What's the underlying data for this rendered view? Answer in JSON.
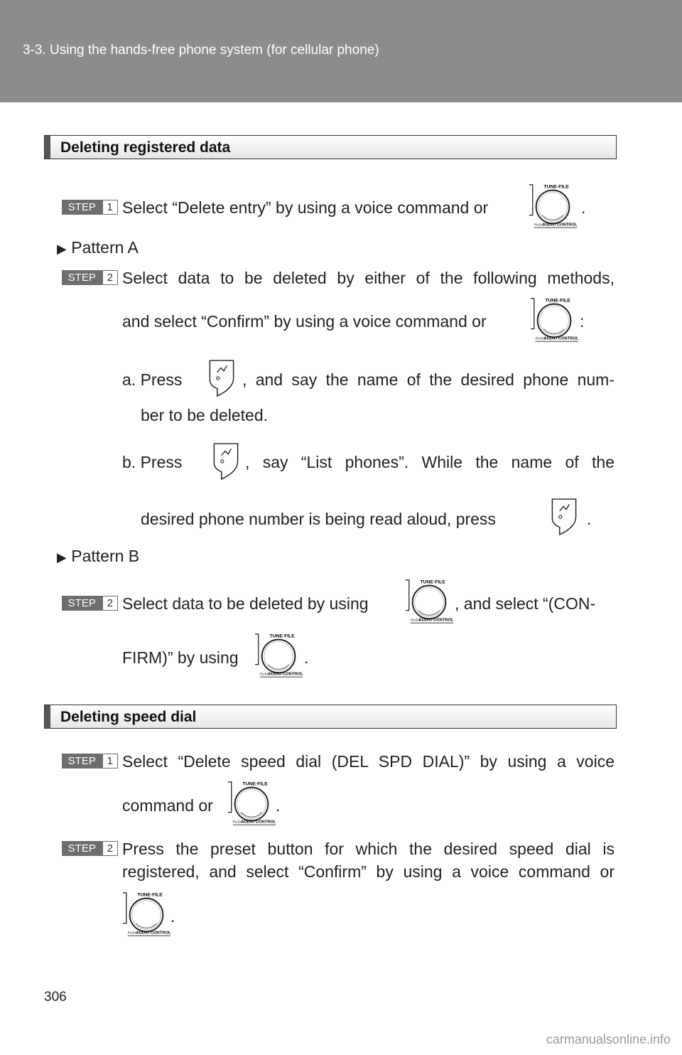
{
  "header": {
    "title": "3-3. Using the hands-free phone system (for cellular phone)"
  },
  "section1": {
    "heading": "Deleting registered data",
    "step1": {
      "badge": "STEP",
      "num": "1",
      "text": "Select “Delete entry” by using a voice command or",
      "end": "."
    },
    "patternA": {
      "label": "Pattern A"
    },
    "stepA2": {
      "badge": "STEP",
      "num": "2",
      "line1": "Select data to be deleted by either of the following methods,",
      "line2": "and select “Confirm” by using a voice command or",
      "line2_end": ":",
      "a_prefix": "a. Press",
      "a_text": ", and say the name of the desired phone num-",
      "a_line2": "ber to be deleted.",
      "b_prefix": "b. Press",
      "b_text": ", say “List phones”. While the name of the",
      "b_line2": "desired phone number is being read aloud, press",
      "b_end": "."
    },
    "patternB": {
      "label": "Pattern B"
    },
    "stepB2": {
      "badge": "STEP",
      "num": "2",
      "line1_start": "Select data to be deleted by using",
      "line1_end": ", and select “(CON-",
      "line2_start": "FIRM)” by using",
      "line2_end": "."
    }
  },
  "section2": {
    "heading": "Deleting speed dial",
    "step1": {
      "badge": "STEP",
      "num": "1",
      "line1": "Select “Delete speed dial (DEL SPD DIAL)” by using a voice",
      "line2_start": "command or",
      "line2_end": "."
    },
    "step2": {
      "badge": "STEP",
      "num": "2",
      "line1": "Press the preset button for which the desired speed dial is",
      "line2": "registered, and select “Confirm” by using a voice command or",
      "line3_end": "."
    }
  },
  "knob_labels": {
    "top": "TUNE·FILE",
    "bottom_push": "PUSH",
    "bottom": "AUDIO CONTROL"
  },
  "footer": {
    "page_number": "306",
    "watermark": "carmanualsonline.info"
  },
  "icons": {
    "knob": "tune-file-knob-icon",
    "mic": "talk-switch-icon",
    "arrow": "triangle-bullet-icon"
  }
}
